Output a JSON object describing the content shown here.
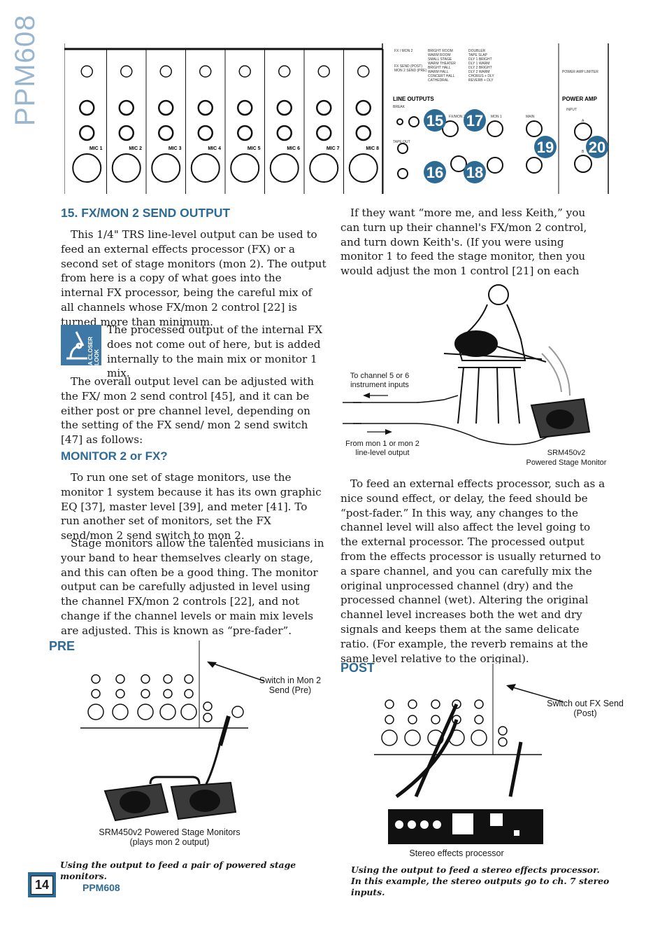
{
  "vertical_title": "PPM608",
  "panel": {
    "channel_labels": [
      "MIC 1",
      "MIC 2",
      "MIC 3",
      "MIC 4",
      "MIC 5",
      "MIC 6",
      "MIC 7",
      "MIC 8"
    ],
    "line_outputs": "LINE OUTPUTS",
    "power_amp": "POWER AMP",
    "callouts": [
      "15",
      "16",
      "17",
      "18",
      "19",
      "20"
    ]
  },
  "section15": {
    "heading": "15. FX/MON 2 SEND OUTPUT",
    "para1": "This 1/4\" TRS line-level output can be used to feed an external effects processor (FX) or a second set of stage monitors (mon 2). The output from here is a copy of what goes into the internal FX processor, being the careful mix of all channels whose FX/mon 2 control [22] is turned more than minimum.",
    "closer_look_label": "A CLOSER LOOK",
    "note": "The processed output of the internal FX does not come out of here, but is added internally to the main mix or monitor 1 mix.",
    "para2": "The overall output level can be adjusted with the FX/ mon 2 send control [45], and it can be either post or pre channel level, depending on the setting of the FX send/ mon 2 send switch [47] as follows:"
  },
  "monitor": {
    "heading": "MONITOR 2 or FX?",
    "para1": "To run one set of stage monitors, use the monitor 1 system because it has its own graphic EQ [37], master level [39], and meter [41]. To run another set of monitors, set the FX send/mon 2 send switch to mon 2.",
    "para2": "Stage monitors allow the talented musicians in your band to hear themselves clearly on stage, and this can often be a good thing. The monitor output can be carefully adjusted in level using the channel FX/mon 2 controls [22], and not change if the channel levels or main mix levels are adjusted.  This is known as “pre-fader”."
  },
  "right_col": {
    "para1": "If they want “more me, and less Keith,” you can turn up their channel's FX/mon 2 control, and turn down Keith's. (If you were using monitor 1 to feed the stage monitor, then you would adjust the mon 1 control [21] on each channel.)",
    "fig_label_in": "To channel 5 or 6 instrument inputs",
    "fig_label_out": "From mon 1 or mon 2 line-level output",
    "fig_label_monitor_1": "SRM450v2",
    "fig_label_monitor_2": "Powered Stage Monitor",
    "para2": "To feed an external effects processor, such as a nice sound effect, or delay, the feed should be “post-fader.” In this way, any changes to the channel level will also affect the level going to the external processor. The processed output from the effects processor is usually returned to a spare channel, and you can carefully mix the original unprocessed channel (dry) and the processed channel (wet). Altering the original channel level increases both the wet and dry signals and keeps them at the same delicate ratio. (For example, the reverb remains at the same level relative to the original)."
  },
  "pre_figure": {
    "label": "PRE",
    "switch_label": "Switch in Mon 2 Send (Pre)",
    "monitors_label": "SRM450v2 Powered Stage Monitors (plays mon 2 output)",
    "caption": "Using the output to feed a pair of powered stage monitors."
  },
  "post_figure": {
    "label": "POST",
    "switch_label": "Switch out FX Send (Post)",
    "processor_label": "Stereo effects processor",
    "caption": "Using the output to feed a stereo effects processor. In this example, the stereo outputs go to ch. 7 stereo inputs."
  },
  "footer": {
    "page_number": "14",
    "title": "PPM608"
  },
  "colors": {
    "accent": "#2e6b94",
    "title_light": "#9ab6cf"
  }
}
